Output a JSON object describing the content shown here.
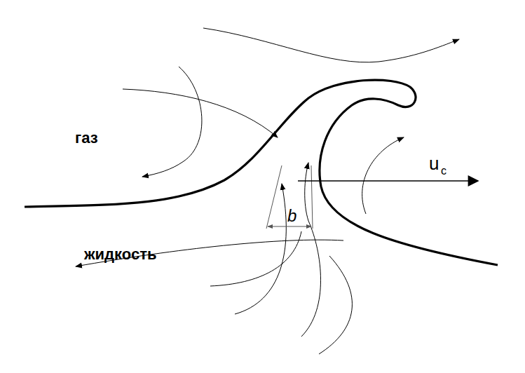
{
  "diagram": {
    "labels": [
      "газ",
      "жидкость",
      "b",
      "u",
      "c"
    ]
  }
}
